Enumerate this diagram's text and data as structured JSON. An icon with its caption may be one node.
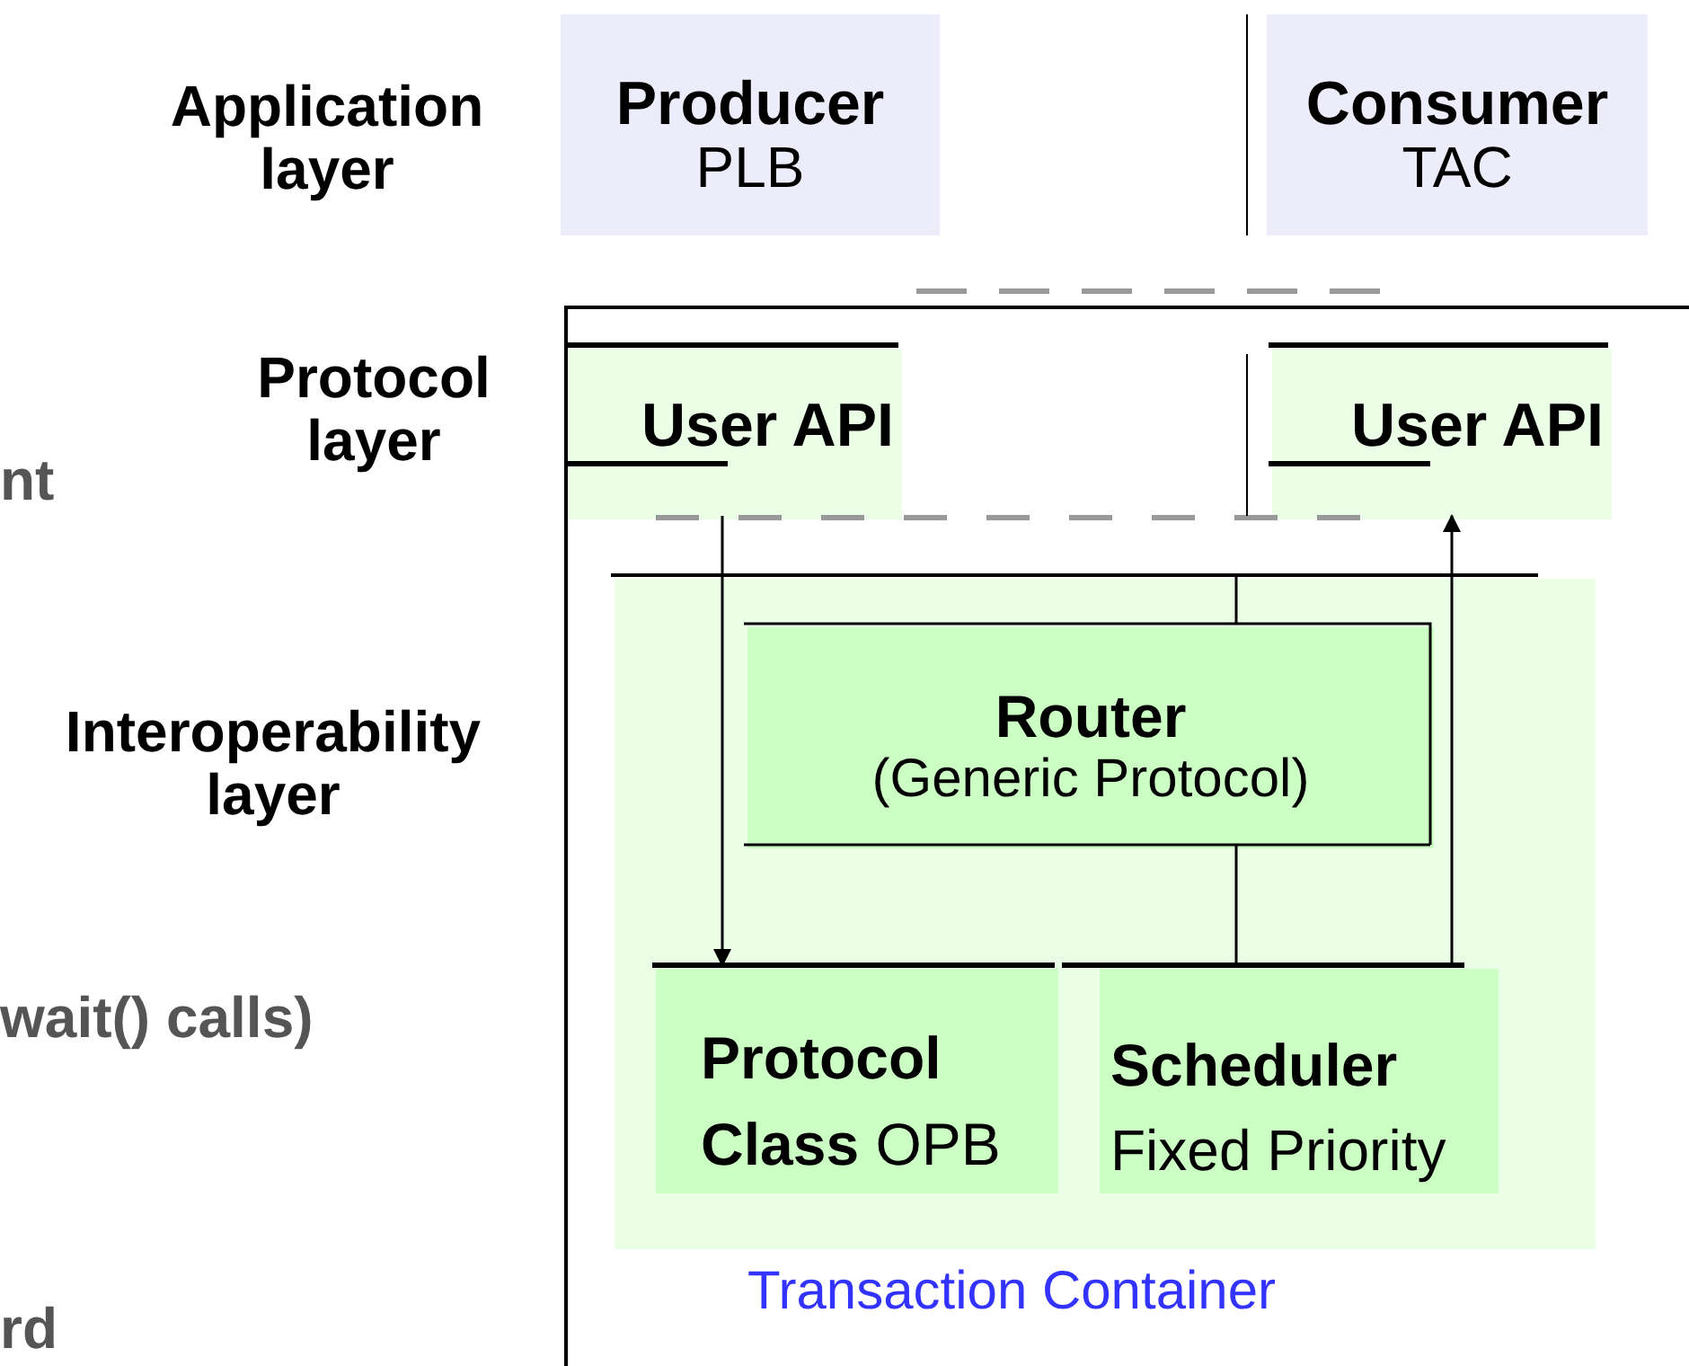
{
  "diagram": {
    "nodes": [
      {
        "text": [
          "Producer",
          "PLB"
        ]
      },
      {
        "text": [
          "Consumer",
          "TAC"
        ]
      },
      {
        "text": [
          "Transaction Container"
        ]
      },
      {
        "text": [
          "User API"
        ],
        "in": 2
      },
      {
        "text": [
          "User API"
        ],
        "in": 2
      },
      {
        "text": [],
        "shape": "box",
        "in": 2
      },
      {
        "text": [
          "Router",
          "(Generic Protocol)"
        ],
        "in": 5
      },
      {
        "text": [
          "**Protocol Class** OPB"
        ],
        "in": 5
      },
      {
        "text": [
          "Scheduler",
          "Fixed Priority"
        ],
        "in": 5
      }
    ],
    "edges": [
      {
        "from": 3,
        "to": 7,
        "arrow": "to"
      },
      {
        "from": 8,
        "to": 4,
        "arrow": "to"
      }
    ],
    "labels": [
      "Application layer",
      "Protocol layer",
      "nt",
      "Interoperability layer",
      "wait() calls)",
      "rd"
    ]
  }
}
